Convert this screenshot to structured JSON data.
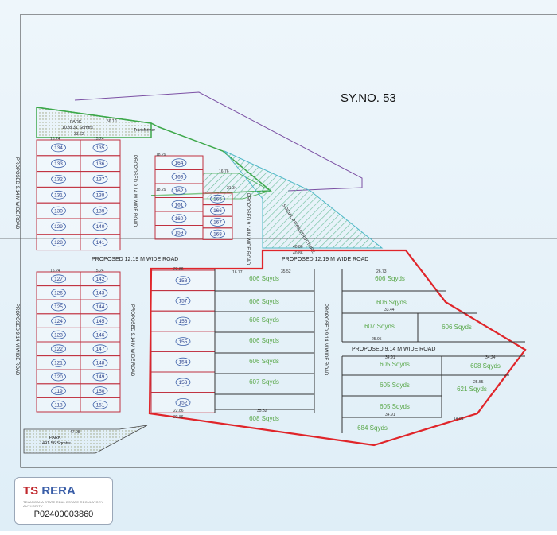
{
  "survey_label": "SY.NO. 53",
  "roads": {
    "road_12_19_left": "PROPOSED 12.19 M WIDE ROAD",
    "road_12_19_right": "PROPOSED 12.19 M WIDE ROAD",
    "road_9_14_right": "PROPOSED 9.14 M WIDE ROAD",
    "road_9_14_vertical": "PROPOSED 9.14 M WIDE ROAD"
  },
  "parks": {
    "top_name": "PARK",
    "top_area": "1028.31 Sqmtrs",
    "bottom_name": "PARK",
    "bottom_area": "1491.56 Sqmtrs"
  },
  "transformer": "Transformer",
  "social_infra": "SOCIAL INFRASTRUCTURE",
  "plots": {
    "top_left_col": [
      "134",
      "133",
      "132",
      "131",
      "130",
      "129",
      "128"
    ],
    "top_mid_col": [
      "135",
      "136",
      "137",
      "138",
      "139",
      "140",
      "141"
    ],
    "top_right_col": [
      "164",
      "163",
      "162",
      "161",
      "160",
      "159"
    ],
    "top_far_col": [
      "165",
      "166",
      "167",
      "168"
    ],
    "bottom_left_col": [
      "127",
      "126",
      "125",
      "124",
      "123",
      "122",
      "121",
      "120",
      "119",
      "118"
    ],
    "bottom_mid_col": [
      "142",
      "143",
      "144",
      "145",
      "146",
      "147",
      "148",
      "149",
      "150",
      "151"
    ],
    "bottom_right_col": [
      "158",
      "157",
      "156",
      "155",
      "154",
      "153",
      "152"
    ]
  },
  "sqyds": {
    "column_a": [
      "606 Sqyds",
      "606 Sqyds",
      "606 Sqyds",
      "606 Sqyds",
      "606 Sqyds",
      "607 Sqyds",
      "608 Sqyds"
    ],
    "right_top": [
      "606 Sqyds",
      "606 Sqyds",
      "607 Sqyds",
      "606 Sqyds"
    ],
    "right_bottom": [
      "605 Sqyds",
      "608 Sqyds",
      "605 Sqyds",
      "621 Sqyds",
      "605 Sqyds",
      "684 Sqyds"
    ]
  },
  "dimensions": [
    "56.10",
    "33.62",
    "15.24",
    "15.24",
    "18.29",
    "18.29",
    "16.76",
    "21.34",
    "40.86",
    "40.86",
    "22.86",
    "16.77",
    "35.52",
    "26.73",
    "33.44",
    "25.95",
    "34.91",
    "34.24",
    "25.55",
    "34.91",
    "14.81",
    "47.08",
    "22.86",
    "22.86",
    "35.52",
    "15.24",
    "15.24"
  ],
  "badge": {
    "brand_ts": "TS",
    "brand_rest": " RERA",
    "tagline": "TELANGANA STATE REAL ESTATE REGULATORY AUTHORITY",
    "registration": "P02400003860"
  },
  "colors": {
    "boundary_red": "#e0252a",
    "plot_line_red": "#c0303f",
    "green_border": "#3da84a",
    "hatch": "#6fbf9c",
    "sqyds_text": "#5aa84a",
    "purple_line": "#7b4fa3"
  }
}
